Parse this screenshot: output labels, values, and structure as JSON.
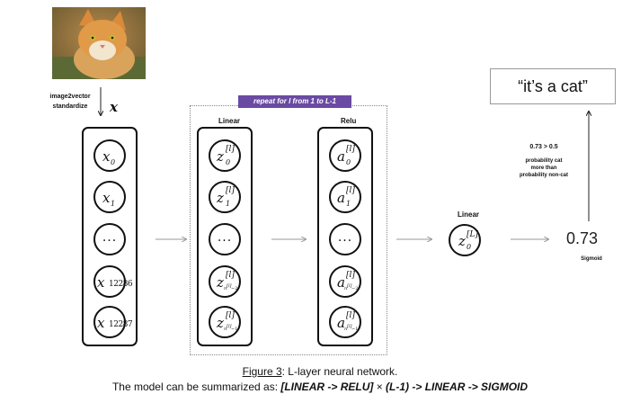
{
  "input_side": {
    "line1": "image2vector",
    "line2": "standardize",
    "x_symbol": "x"
  },
  "repeat_banner": "repeat for l from 1 to L-1",
  "columns": {
    "input": {
      "nodes": [
        {
          "base": "x",
          "sub": "0"
        },
        {
          "base": "x",
          "sub": "1"
        },
        {
          "dots": "..."
        },
        {
          "base": "x",
          "sub": "12286"
        },
        {
          "base": "x",
          "sub": "12287"
        }
      ]
    },
    "linear": {
      "title": "Linear",
      "nodes": [
        {
          "base": "z",
          "sup": "[l]",
          "sub": "0"
        },
        {
          "base": "z",
          "sup": "[l]",
          "sub": "1"
        },
        {
          "dots": "..."
        },
        {
          "base": "z",
          "sup": "[l]",
          "sub": "n",
          "subsup": "[l]",
          "subtail": "−2"
        },
        {
          "base": "z",
          "sup": "[l]",
          "sub": "n",
          "subsup": "[l]",
          "subtail": "−1"
        }
      ]
    },
    "relu": {
      "title": "Relu",
      "nodes": [
        {
          "base": "a",
          "sup": "[l]",
          "sub": "0"
        },
        {
          "base": "a",
          "sup": "[l]",
          "sub": "1"
        },
        {
          "dots": "..."
        },
        {
          "base": "a",
          "sup": "[l]",
          "sub": "n",
          "subsup": "[l]",
          "subtail": "−2"
        },
        {
          "base": "a",
          "sup": "[l]",
          "sub": "n",
          "subsup": "[l]",
          "subtail": "−1"
        }
      ]
    }
  },
  "final": {
    "label": "Linear",
    "base": "z",
    "sub": "0",
    "sup": "[L]"
  },
  "probability": {
    "value": "0.73",
    "activation": "Sigmoid"
  },
  "decision": {
    "threshold": "0.73 > 0.5",
    "line1": "probability cat",
    "line2": "more than",
    "line3": "probability non-cat"
  },
  "output": "“it’s a cat”",
  "caption": {
    "figure": "Figure 3",
    "figure_rest": ": L-layer neural network.",
    "line2_prefix": "The model can be summarized as: ",
    "formula_a": "[LINEAR -> RELU]",
    "times": " × ",
    "formula_b": "(L-1) -> LINEAR -> SIGMOID"
  },
  "colors": {
    "banner": "#6a4aa3",
    "arrow": "#999999"
  }
}
